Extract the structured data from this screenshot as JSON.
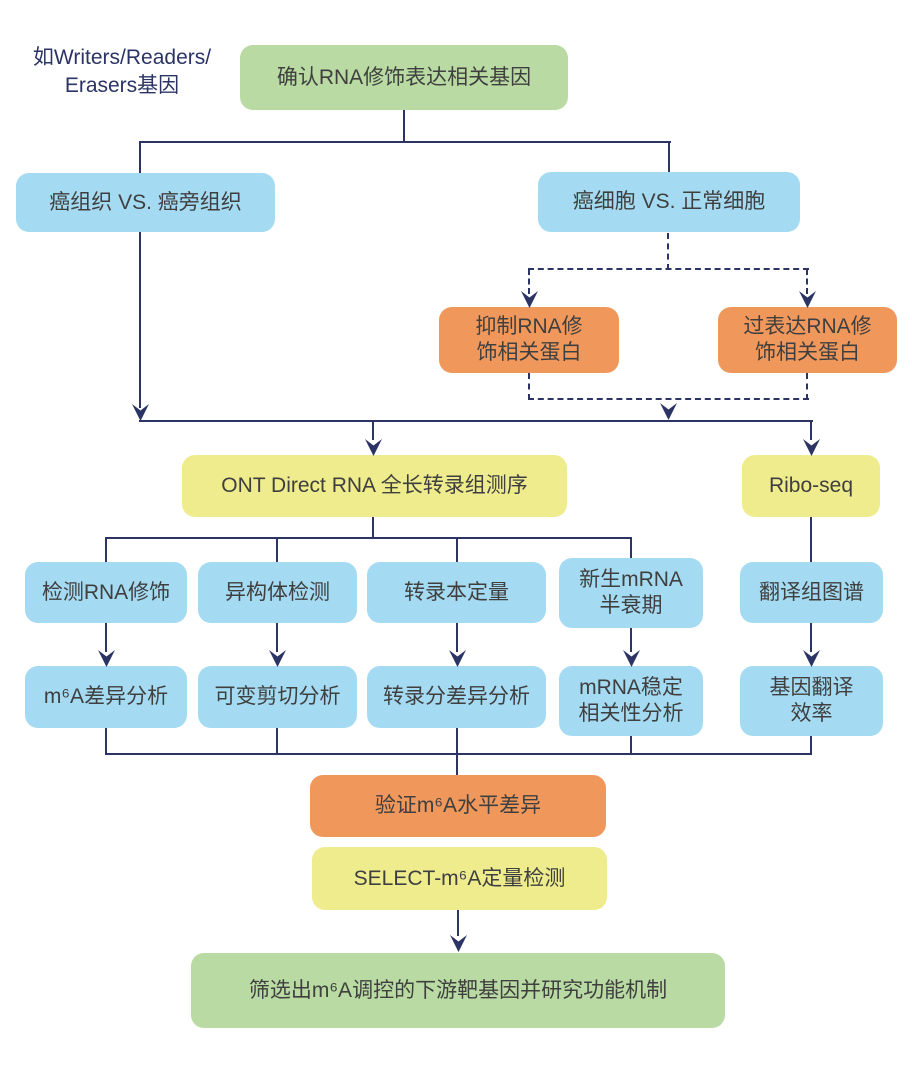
{
  "diagram": {
    "title_hint": "RNA modification (m⁶A) research workflow flowchart",
    "annotation": "如Writers/Readers/\nErasers基因",
    "nodes": {
      "confirm_gene": "确认RNA修饰表达相关基因",
      "tissue_vs": "癌组织 VS. 癌旁组织",
      "cell_vs": "癌细胞 VS. 正常细胞",
      "inhibit": "抑制RNA修\n饰相关蛋白",
      "overexpress": "过表达RNA修\n饰相关蛋白",
      "ont": "ONT Direct RNA 全长转录组测序",
      "riboseq": "Ribo-seq",
      "detect_mod": "检测RNA修饰",
      "isoform": "异构体检测",
      "quant": "转录本定量",
      "nascent": "新生mRNA\n半衰期",
      "translatome": "翻译组图谱",
      "m6a_diff": "m⁶A差异分析",
      "splicing": "可变剪切分析",
      "transcript_diff": "转录分差异分析",
      "mrna_stability": "mRNA稳定\n相关性分析",
      "translation_eff": "基因翻译\n效率",
      "validate": "验证m⁶A水平差异",
      "select": "SELECT-m⁶A定量检测",
      "final": "筛选出m⁶A调控的下游靶基因并研究功能机制"
    },
    "palette": {
      "green": "#b9daa2",
      "blue": "#a5dbf2",
      "orange": "#f0985c",
      "yellow": "#efec8e",
      "line_navy": "#2b3465",
      "text": "#3f3f3f"
    }
  }
}
